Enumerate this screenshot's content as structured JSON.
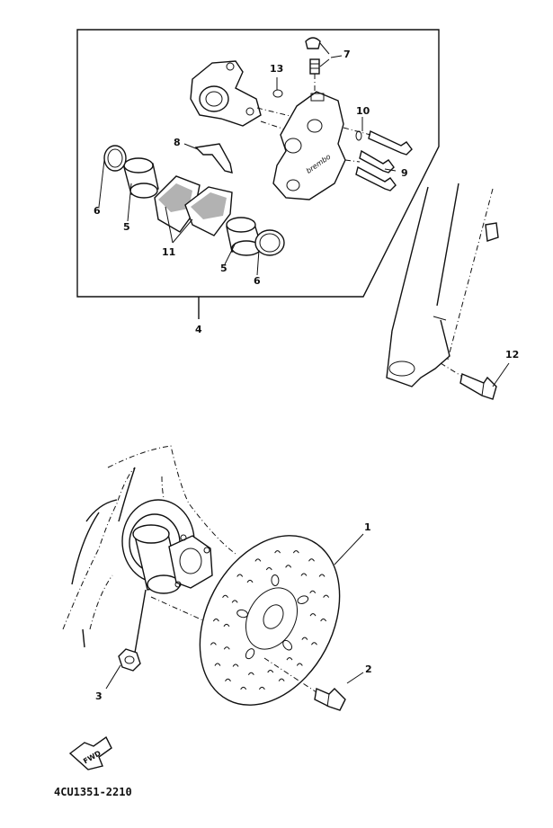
{
  "callouts": {
    "c1": "1",
    "c2": "2",
    "c3": "3",
    "c4": "4",
    "c5a": "5",
    "c5b": "5",
    "c6a": "6",
    "c6b": "6",
    "c7": "7",
    "c8": "8",
    "c9": "9",
    "c10": "10",
    "c11": "11",
    "c12": "12",
    "c13": "13"
  },
  "fwd_label": "FWD",
  "caliper_logo": "brembo",
  "drawing_code": "4CU1351-2210",
  "footer_mark": "     "
}
